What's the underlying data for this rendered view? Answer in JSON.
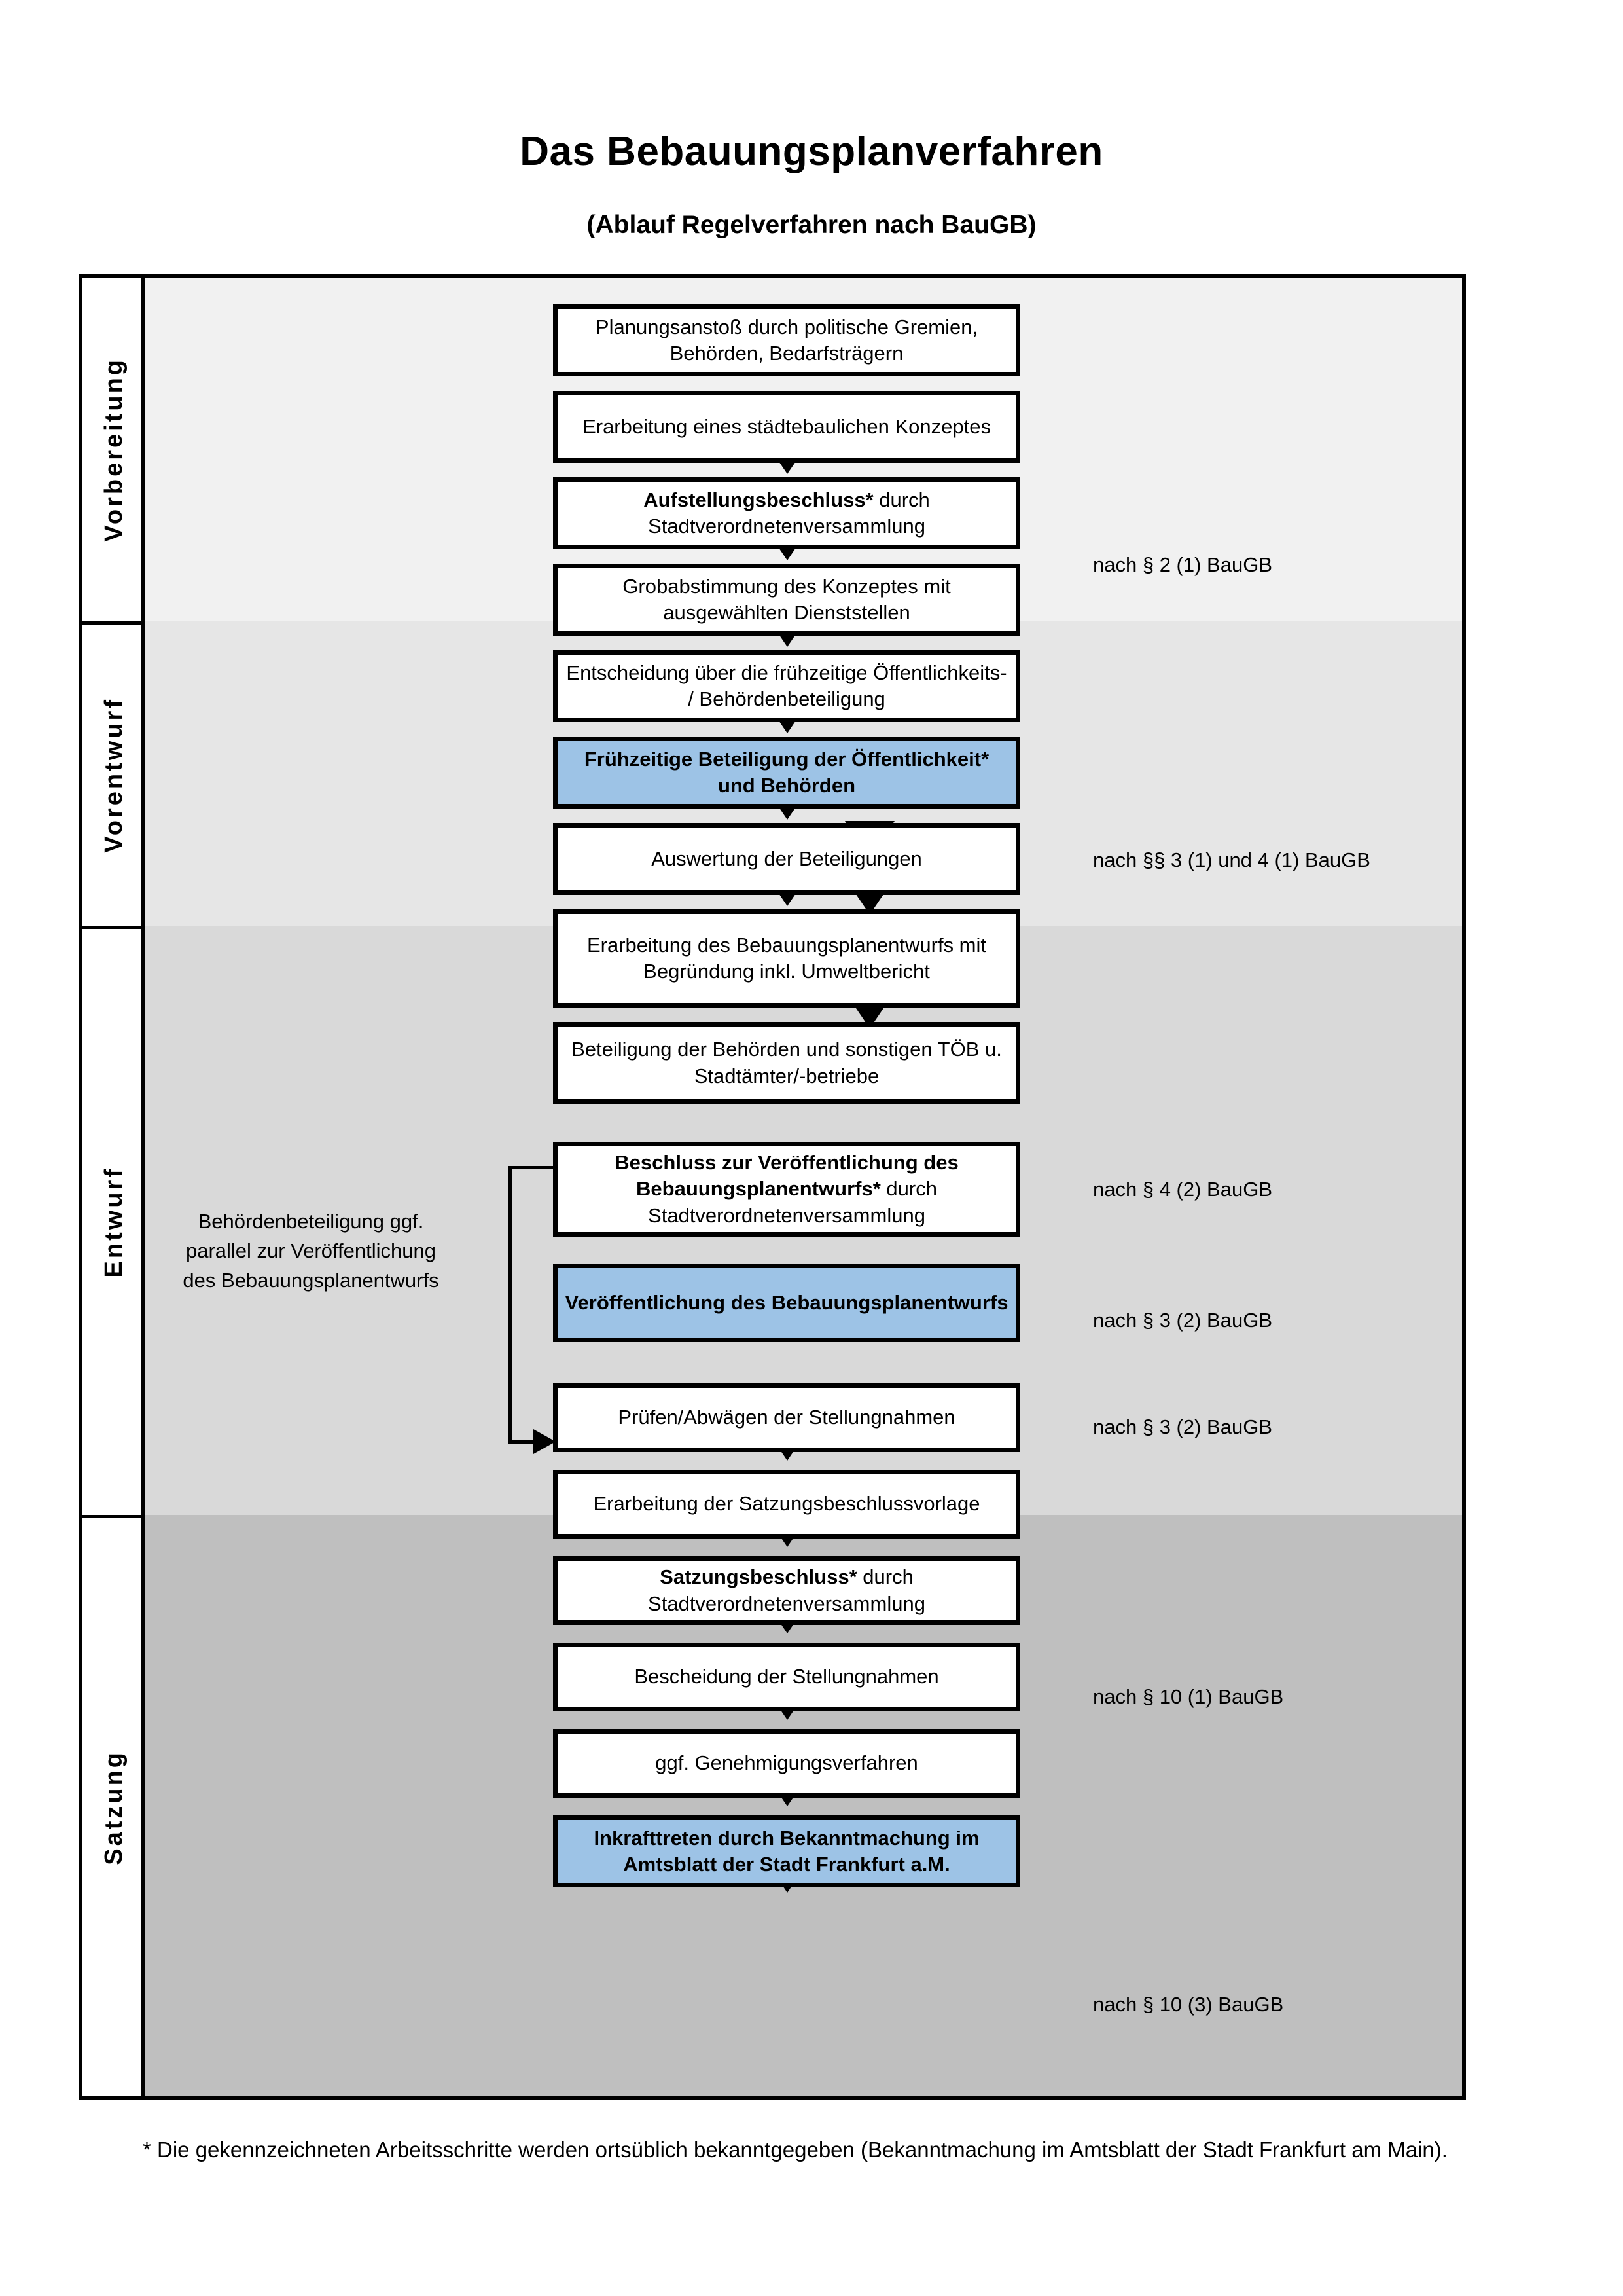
{
  "header": {
    "title": "Das Bebauungsplanverfahren",
    "subtitle": "(Ablauf Regelverfahren nach BauGB)"
  },
  "colors": {
    "highlight_blue": "#9DC3E6",
    "band_vorbereitung": "#F1F1F1",
    "band_vorentwurf": "#E6E6E6",
    "band_entwurf": "#D9D9D9",
    "band_satzung": "#BFBFBF",
    "outline": "#000000"
  },
  "lanes": [
    {
      "id": "vorbereitung",
      "label": "Vorbereitung"
    },
    {
      "id": "vorentwurf",
      "label": "Vorentwurf"
    },
    {
      "id": "entwurf",
      "label": "Entwurf"
    },
    {
      "id": "satzung",
      "label": "Satzung"
    }
  ],
  "steps": [
    {
      "id": "planungsanstoss",
      "lane": "vorbereitung",
      "highlight": false,
      "bold_prefix": "",
      "text": "Planungsanstoß durch politische Gremien, Behörden, Bedarfsträgern"
    },
    {
      "id": "staedtebau-konzept",
      "lane": "vorbereitung",
      "highlight": false,
      "bold_prefix": "",
      "text": "Erarbeitung eines städtebaulichen Konzeptes"
    },
    {
      "id": "aufstellungsbeschluss",
      "lane": "vorbereitung",
      "highlight": false,
      "bold_prefix": "Aufstellungsbeschluss*",
      "text": " durch Stadtverordnetenversammlung"
    },
    {
      "id": "grobabstimmung",
      "lane": "vorentwurf",
      "highlight": false,
      "bold_prefix": "",
      "text": "Grobabstimmung des Konzeptes mit ausgewählten Dienststellen"
    },
    {
      "id": "entscheidung-fruehzeitig",
      "lane": "vorentwurf",
      "highlight": false,
      "bold_prefix": "",
      "text": "Entscheidung über die frühzeitige Öffentlichkeits- / Behördenbeteiligung"
    },
    {
      "id": "fruehzeitige-beteiligung",
      "lane": "vorentwurf",
      "highlight": true,
      "bold_prefix": "",
      "text": "Frühzeitige Beteiligung der Öffentlichkeit* und Behörden"
    },
    {
      "id": "auswertung",
      "lane": "entwurf",
      "highlight": false,
      "bold_prefix": "",
      "text": "Auswertung der Beteiligungen"
    },
    {
      "id": "erarbeitung-entwurf",
      "lane": "entwurf",
      "highlight": false,
      "bold_prefix": "",
      "text": "Erarbeitung des Bebauungsplanentwurfs mit Begründung inkl. Umweltbericht"
    },
    {
      "id": "beteiligung-behoerden",
      "lane": "entwurf",
      "highlight": false,
      "bold_prefix": "",
      "text": "Beteiligung der Behörden und sonstigen TÖB u. Stadtämter/-betriebe"
    },
    {
      "id": "beschluss-veroeffentlichung",
      "lane": "entwurf",
      "highlight": false,
      "bold_prefix": "Beschluss zur Veröffentlichung des Bebauungsplanentwurfs*",
      "text": " durch Stadtverordnetenversammlung"
    },
    {
      "id": "veroeffentlichung",
      "lane": "entwurf",
      "highlight": true,
      "bold_prefix": "",
      "text": "Veröffentlichung des Bebauungsplanentwurfs"
    },
    {
      "id": "pruefen-abwaegen",
      "lane": "satzung",
      "highlight": false,
      "bold_prefix": "",
      "text": "Prüfen/Abwägen der Stellungnahmen"
    },
    {
      "id": "satzungsbeschlussvorlage",
      "lane": "satzung",
      "highlight": false,
      "bold_prefix": "",
      "text": "Erarbeitung der Satzungsbeschlussvorlage"
    },
    {
      "id": "satzungsbeschluss",
      "lane": "satzung",
      "highlight": false,
      "bold_prefix": "Satzungsbeschluss*",
      "text": " durch Stadtverordnetenversammlung"
    },
    {
      "id": "bescheidung",
      "lane": "satzung",
      "highlight": false,
      "bold_prefix": "",
      "text": "Bescheidung der Stellungnahmen"
    },
    {
      "id": "genehmigungsverfahren",
      "lane": "satzung",
      "highlight": false,
      "bold_prefix": "",
      "text": "ggf. Genehmigungsverfahren"
    },
    {
      "id": "inkrafttreten",
      "lane": "satzung",
      "highlight": true,
      "bold_prefix": "Inkrafttreten",
      "text": " durch Bekanntmachung im Amtsblatt der Stadt Frankfurt a.M."
    }
  ],
  "law_notes": [
    {
      "id": "note-par2-1",
      "text": "nach § 2 (1) BauGB"
    },
    {
      "id": "note-par3-4-1",
      "text": "nach §§ 3 (1) und 4 (1) BauGB"
    },
    {
      "id": "note-par4-2",
      "text": "nach § 4 (2) BauGB"
    },
    {
      "id": "note-par3-2a",
      "text": "nach § 3 (2) BauGB"
    },
    {
      "id": "note-par3-2b",
      "text": "nach § 3 (2) BauGB"
    },
    {
      "id": "note-par10-1",
      "text": "nach § 10 (1) BauGB"
    },
    {
      "id": "note-par10-3",
      "text": "nach § 10 (3) BauGB"
    }
  ],
  "side_note": {
    "text": "Behördenbeteiligung ggf. parallel zur Veröffentlichung des Bebauungsplanentwurfs"
  },
  "footnote": {
    "text": "* Die gekennzeichneten Arbeitsschritte werden ortsüblich bekanntgegeben (Bekanntmachung im Amtsblatt  der Stadt Frankfurt am Main)."
  }
}
